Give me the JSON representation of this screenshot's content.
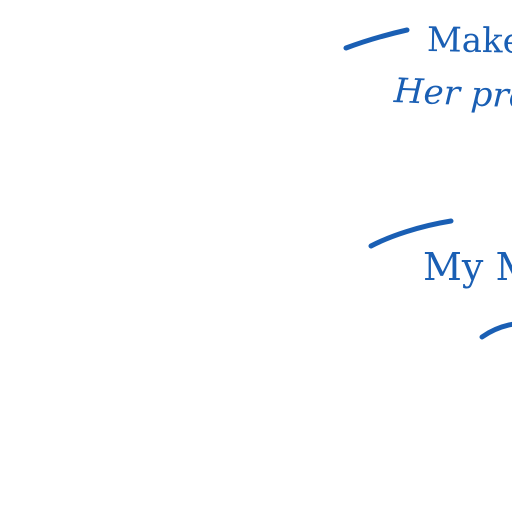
{
  "ink_color": "#1a5fb4",
  "text_lines": [
    {
      "text": "Make"
    },
    {
      "text": "Her pro"
    },
    {
      "text": "My  M"
    }
  ],
  "pen_strokes": [
    {
      "icon": "pen-stroke"
    },
    {
      "icon": "pen-stroke"
    },
    {
      "icon": "pen-stroke"
    }
  ]
}
